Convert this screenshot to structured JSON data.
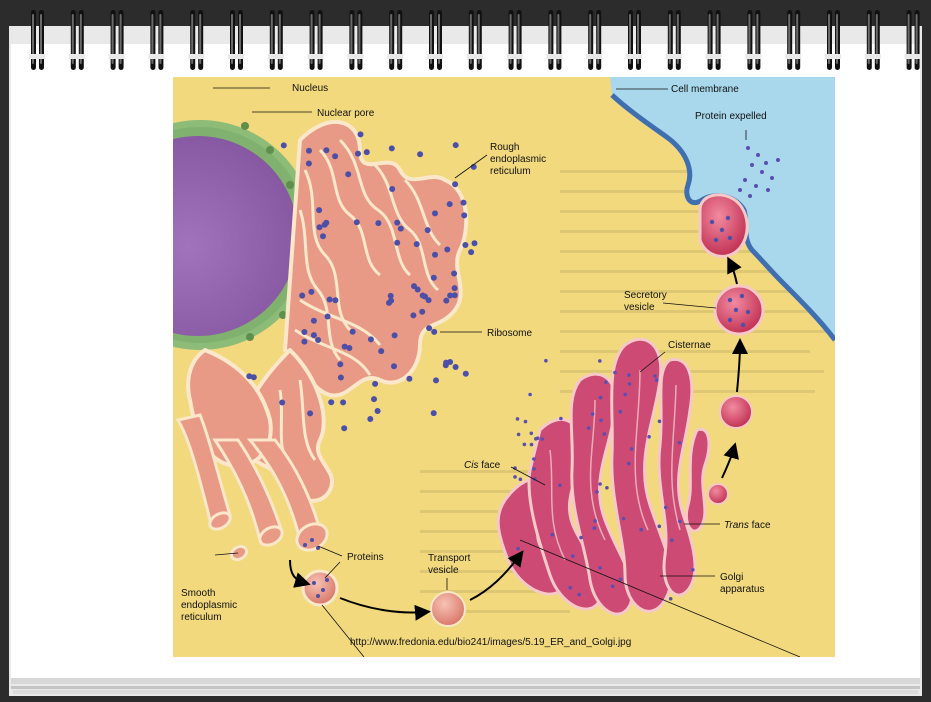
{
  "diagram": {
    "labels": {
      "nucleus": "Nucleus",
      "nuclear_pore": "Nuclear pore",
      "rough_er_1": "Rough",
      "rough_er_2": "endoplasmic",
      "rough_er_3": "reticulum",
      "ribosome": "Ribosome",
      "cell_membrane": "Cell membrane",
      "protein_expelled": "Protein expelled",
      "secretory_vesicle_1": "Secretory",
      "secretory_vesicle_2": "vesicle",
      "cisternae": "Cisternae",
      "cis_face_italic": "Cis",
      "cis_face_rest": " face",
      "trans_face_italic": "Trans",
      "trans_face_rest": " face",
      "golgi_1": "Golgi",
      "golgi_2": "apparatus",
      "proteins": "Proteins",
      "transport_vesicle_1": "Transport",
      "transport_vesicle_2": "vesicle",
      "smooth_er_1": "Smooth",
      "smooth_er_2": "endoplasmic",
      "smooth_er_3": "reticulum"
    },
    "source_url": "http://www.fredonia.edu/bio241/images/5.19_ER_and_Golgi.jpg"
  },
  "colors": {
    "background_yellow": "#f2d97e",
    "cytoplasm_blue": "#a9d8ec",
    "membrane_blue": "#3f6fb0",
    "nucleus_purple": "#9a67b0",
    "nuclear_envelope_green": "#8dbb78",
    "er_pink": "#e99a86",
    "golgi_magenta": "#cc4a73",
    "ribosome_blue": "#4c4fa8"
  }
}
